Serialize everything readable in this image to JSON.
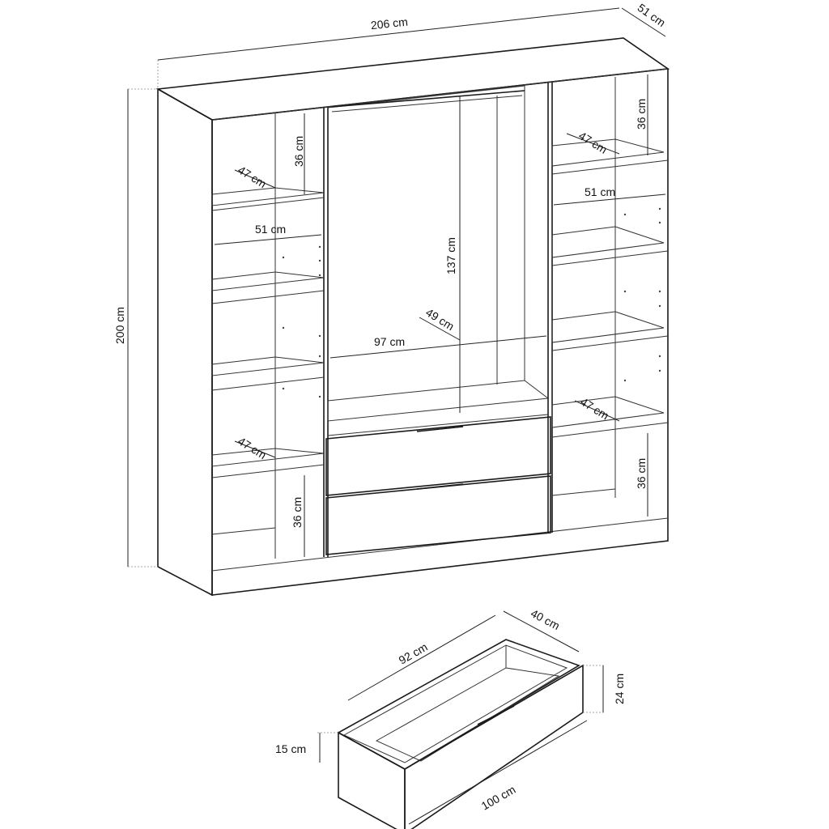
{
  "title": "Wardrobe dimension drawing",
  "colors": {
    "line": "#1a1a1a",
    "background": "#ffffff"
  },
  "wardrobe": {
    "width": "206 cm",
    "depth": "51 cm",
    "height": "200 cm",
    "left_top_compartment_height": "36 cm",
    "left_top_shelf_depth": "47 cm",
    "left_shelf_width": "51 cm",
    "left_bottom_shelf_depth": "47 cm",
    "left_bottom_compartment_height": "36 cm",
    "right_top_compartment_height": "36 cm",
    "right_top_shelf_depth": "47 cm",
    "right_shelf_width": "51 cm",
    "right_bottom_shelf_depth": "47 cm",
    "right_bottom_compartment_height": "36 cm",
    "hanging_height": "137 cm",
    "hanging_depth": "49 cm",
    "hanging_width": "97 cm"
  },
  "drawer": {
    "inner_length": "92 cm",
    "depth": "40 cm",
    "front_height": "24 cm",
    "side_height": "15 cm",
    "front_width": "100 cm"
  }
}
